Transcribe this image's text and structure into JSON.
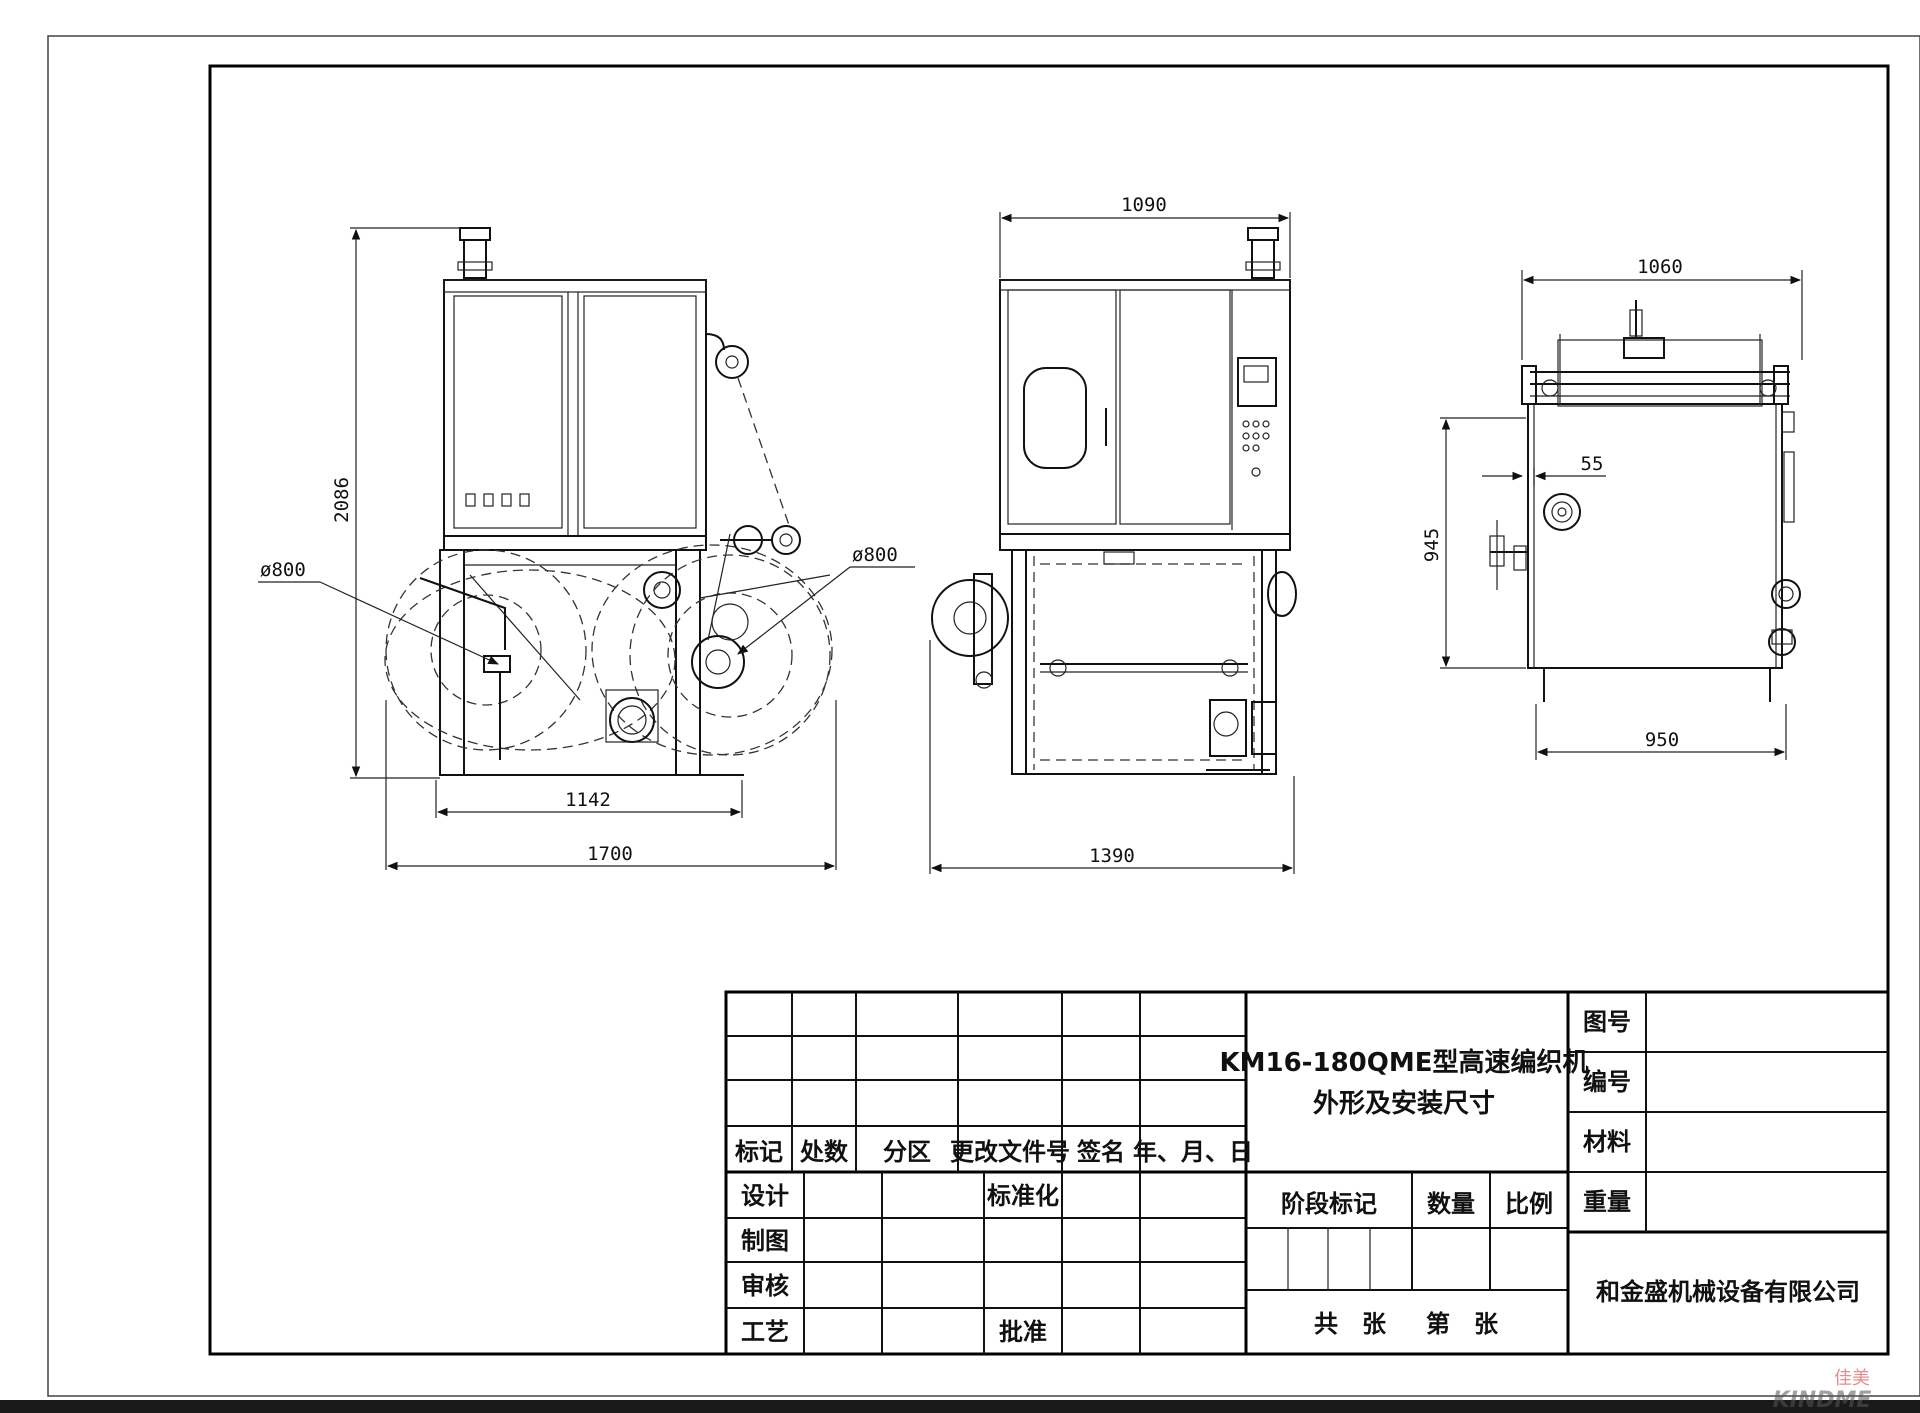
{
  "drawing": {
    "views": {
      "side": {
        "dimensions": {
          "height": "2086",
          "roll_diameter_left": "ø800",
          "roll_diameter_right": "ø800",
          "base_width": "1142",
          "overall_width": "1700"
        }
      },
      "front": {
        "dimensions": {
          "top_width": "1090",
          "overall_width": "1390"
        }
      },
      "top": {
        "dimensions": {
          "top_width": "1060",
          "offset": "55",
          "depth": "945",
          "bottom_width": "950"
        }
      }
    },
    "title_block": {
      "revision_headers": [
        "标记",
        "处数",
        "分区",
        "更改文件号",
        "签名",
        "年、月、日"
      ],
      "approval_labels": {
        "design": "设计",
        "drawing": "制图",
        "review": "审核",
        "process": "工艺",
        "standardization": "标准化",
        "approval": "批准"
      },
      "title_line1": "KM16-180QME型高速编织机",
      "title_line2": "外形及安装尺寸",
      "stage_label": "阶段标记",
      "quantity_label": "数量",
      "scale_label": "比例",
      "sheets_total": "共　张",
      "sheet_number": "第　张",
      "drawing_no_label": "图号",
      "code_label": "编号",
      "material_label": "材料",
      "weight_label": "重量",
      "company": "和金盛机械设备有限公司"
    },
    "watermark": {
      "text": "佳美",
      "brand": "KINDME"
    }
  }
}
